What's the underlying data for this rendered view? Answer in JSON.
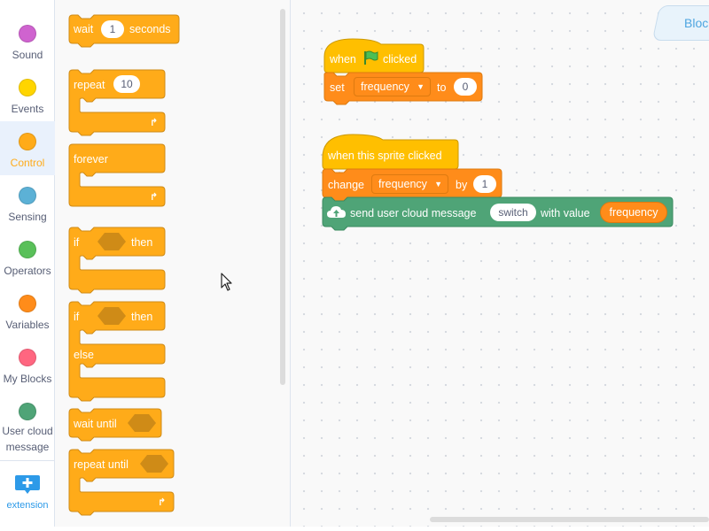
{
  "categories": [
    {
      "name": "Sound",
      "color": "#cf63cf"
    },
    {
      "name": "Events",
      "color": "#ffd500"
    },
    {
      "name": "Control",
      "color": "#ffab19"
    },
    {
      "name": "Sensing",
      "color": "#5cb1d6"
    },
    {
      "name": "Operators",
      "color": "#59c059"
    },
    {
      "name": "Variables",
      "color": "#ff8c1a"
    },
    {
      "name": "My Blocks",
      "color": "#ff6680"
    },
    {
      "name": "User cloud message",
      "color": "#4fa477"
    }
  ],
  "selected_category": "Control",
  "extension": {
    "label": "extension",
    "icon": "add-extension-icon"
  },
  "palette": {
    "wait": {
      "prefix": "wait",
      "value": "1",
      "suffix": "seconds"
    },
    "repeat": {
      "label": "repeat",
      "value": "10"
    },
    "forever": {
      "label": "forever"
    },
    "if_then": {
      "if": "if",
      "then": "then"
    },
    "if_else": {
      "if": "if",
      "then": "then",
      "else": "else"
    },
    "wait_until": {
      "label": "wait until"
    },
    "repeat_until": {
      "label": "repeat until"
    },
    "loop_icon": "loop-arrow-icon"
  },
  "workspace": {
    "tab_label": "Bloc",
    "script1": {
      "hat_when": "when",
      "hat_flag_icon": "green-flag-icon",
      "hat_clicked": "clicked",
      "set_label": "set",
      "set_variable": "frequency",
      "set_to": "to",
      "set_value": "0"
    },
    "script2": {
      "hat_label": "when this sprite clicked",
      "change_label": "change",
      "change_variable": "frequency",
      "change_by": "by",
      "change_value": "1",
      "send_label": "send user cloud message",
      "send_message": "switch",
      "send_with_value": "with value",
      "send_value_reporter": "frequency",
      "cloud_icon": "cloud-icon"
    }
  },
  "colors": {
    "control": "#ffab19",
    "control_dark": "#cf8b17",
    "events": "#ffbf00",
    "variables": "#ff8c1a",
    "cloud_ext": "#4fa477",
    "accent": "#2d9ae8"
  }
}
